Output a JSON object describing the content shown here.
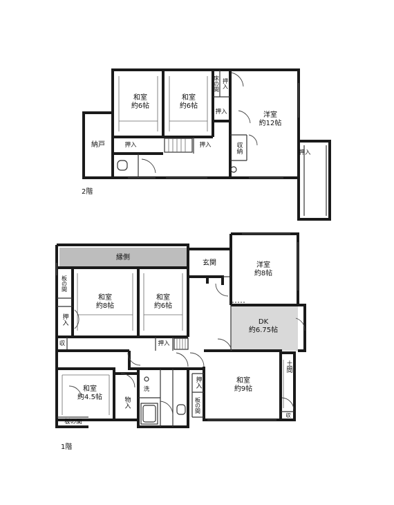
{
  "floor2": {
    "label": "2階",
    "rooms": {
      "washitsu_a": {
        "name": "和室",
        "size": "約6帖"
      },
      "washitsu_b": {
        "name": "和室",
        "size": "約6帖"
      },
      "yoshitsu": {
        "name": "洋室",
        "size": "約12帖"
      },
      "nando": "納戸",
      "oshiire_1": "押入",
      "oshiire_2": "押入",
      "oshiire_3": "押入",
      "oshiire_4": "押入",
      "oshiire_5": "押入",
      "tokonoma": "床の間",
      "shuno": "収納"
    }
  },
  "floor1": {
    "label": "1階",
    "rooms": {
      "engawa": "縁側",
      "genkan": "玄関",
      "yoshitsu": {
        "name": "洋室",
        "size": "約8帖"
      },
      "washitsu_a": {
        "name": "和室",
        "size": "約8帖"
      },
      "washitsu_b": {
        "name": "和室",
        "size": "約6帖"
      },
      "dk": {
        "name": "DK",
        "size": "約6.75帖"
      },
      "washitsu_c": {
        "name": "和室",
        "size": "約9帖"
      },
      "washitsu_d": {
        "name": "和室",
        "size": "約4.5帖"
      },
      "itanoma_1": "板の間",
      "itanoma_2": "板の間",
      "itanoma_3": "板の間",
      "oshiire_1": "押入",
      "oshiire_2": "押入",
      "oshiire_3": "押入",
      "shu_1": "収",
      "shu_2": "収",
      "monoire": "物入",
      "sen": "洗",
      "dodan": "土間"
    }
  }
}
